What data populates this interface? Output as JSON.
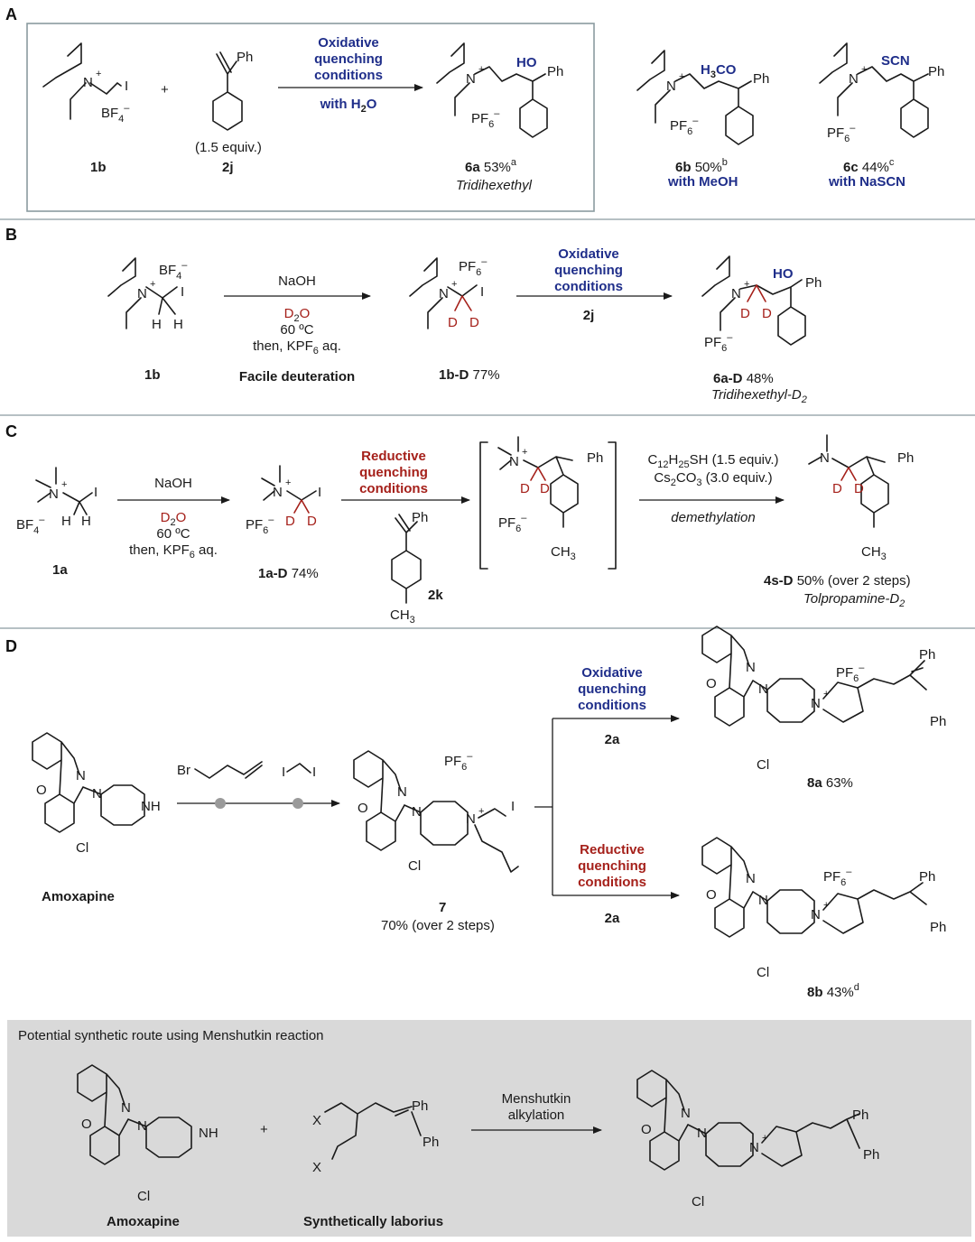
{
  "panels": {
    "A": {
      "letter": "A",
      "reagent1": {
        "label": "1b",
        "counterion": "BF",
        "counterion_sub": "4",
        "counterion_sup": "–"
      },
      "plus": "+",
      "reagent2": {
        "label": "2j",
        "equiv": "(1.5 equiv.)",
        "ph": "Ph"
      },
      "arrow_top": [
        "Oxidative",
        "quenching",
        "conditions"
      ],
      "arrow_bottom": "with H",
      "arrow_bottom_sub": "2",
      "arrow_bottom_tail": "O",
      "products": [
        {
          "id": "6a",
          "yield": "53%",
          "note": "a",
          "name": "Tridihexethyl",
          "group": "HO",
          "counterion": "PF",
          "ph": "Ph",
          "condition": ""
        },
        {
          "id": "6b",
          "yield": "50%",
          "note": "b",
          "name": "",
          "group": "H",
          "group_sub": "3",
          "group_tail": "CO",
          "counterion": "PF",
          "ph": "Ph",
          "condition": "with MeOH"
        },
        {
          "id": "6c",
          "yield": "44%",
          "note": "c",
          "name": "",
          "group": "SCN",
          "counterion": "PF",
          "ph": "Ph",
          "condition": "with NaSCN"
        }
      ],
      "n_plus": "N",
      "iodo": "I"
    },
    "B": {
      "letter": "B",
      "start": {
        "label": "1b",
        "counterion": "BF",
        "h1": "H",
        "h2": "H"
      },
      "step1_top": "NaOH",
      "step1_mid": "D",
      "step1_mid_sub": "2",
      "step1_mid_tail": "O",
      "step1_temp": "60 ºC",
      "step1_then": "then, KPF",
      "step1_then_sub": "6",
      "step1_then_tail": " aq.",
      "step1_caption": "Facile deuteration",
      "inter": {
        "label": "1b-D",
        "yield": "77%",
        "counterion": "PF",
        "d": "D"
      },
      "step2_top": [
        "Oxidative",
        "quenching",
        "conditions"
      ],
      "step2_bottom": "2j",
      "product": {
        "label": "6a-D",
        "yield": "48%",
        "name": "Tridihexethyl-D",
        "name_sub": "2",
        "group": "HO",
        "ph": "Ph",
        "counterion": "PF"
      }
    },
    "C": {
      "letter": "C",
      "start": {
        "label": "1a",
        "counterion": "BF"
      },
      "step1_top": "NaOH",
      "step1_mid": "D",
      "step1_temp": "60 ºC",
      "step1_then": "then, KPF",
      "inter": {
        "label": "1a-D",
        "yield": "74%",
        "counterion": "PF"
      },
      "step2_top": [
        "Reductive",
        "quenching",
        "conditions"
      ],
      "step2_reagent": {
        "label": "2k",
        "ph": "Ph",
        "ch3": "CH",
        "ch3_sub": "3"
      },
      "bracket": {
        "ph": "Ph",
        "counterion": "PF",
        "ch3": "CH"
      },
      "step3_top1": "C",
      "step3_top1_sub": "12",
      "step3_top1_mid": "H",
      "step3_top1_sub2": "25",
      "step3_top1_tail": "SH (1.5 equiv.)",
      "step3_top2": "Cs",
      "step3_top2_sub": "2",
      "step3_top2_mid": "CO",
      "step3_top2_sub2": "3",
      "step3_top2_tail": " (3.0 equiv.)",
      "step3_bottom": "demethylation",
      "product": {
        "label": "4s-D",
        "yield": "50% (over 2 steps)",
        "name": "Tolpropamine-D",
        "name_sub": "2",
        "ph": "Ph",
        "ch3": "CH"
      }
    },
    "D": {
      "letter": "D",
      "amoxapine": {
        "label": "Amoxapine",
        "n": "N",
        "o": "O",
        "nh": "NH",
        "cl": "Cl"
      },
      "reagent1": "Br",
      "reagent2_i1": "I",
      "reagent2_i2": "I",
      "inter": {
        "label": "7",
        "yield": "70% (over 2 steps)",
        "counterion": "PF",
        "iodo": "I"
      },
      "branch_top": {
        "conditions": [
          "Oxidative",
          "quenching",
          "conditions"
        ],
        "reagent": "2a"
      },
      "branch_bottom": {
        "conditions": [
          "Reductive",
          "quenching",
          "conditions"
        ],
        "reagent": "2a"
      },
      "product_top": {
        "label": "8a",
        "yield": "63%",
        "counterion": "PF",
        "ph1": "Ph",
        "ph2": "Ph"
      },
      "product_bottom": {
        "label": "8b",
        "yield": "43%",
        "note": "d",
        "counterion": "PF",
        "ph1": "Ph",
        "ph2": "Ph"
      }
    }
  },
  "box": {
    "title": "Potential synthetic route using Menshutkin reaction",
    "reactant1": "Amoxapine",
    "plus": "+",
    "reactant2": "Synthetically laborius",
    "x": "X",
    "ph": "Ph",
    "arrow": [
      "Menshutkin",
      "alkylation"
    ],
    "cl": "Cl"
  },
  "colors": {
    "blue": "#1f2e8a",
    "red": "#a5201a",
    "box_border": "#8a9ba0",
    "box_fill": "#d9d9d9",
    "reagent_dot": "#9a9a9a"
  }
}
